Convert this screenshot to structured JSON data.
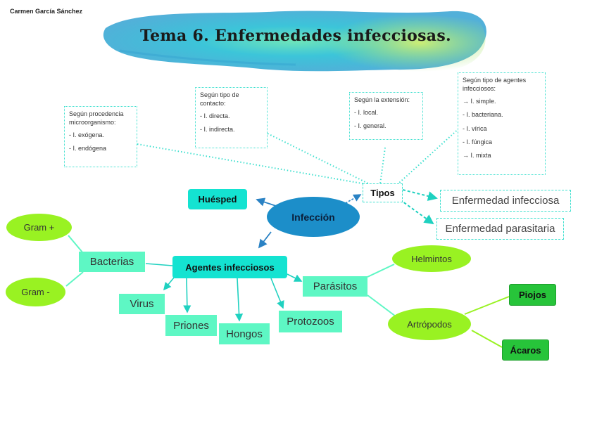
{
  "author": "Carmen García Sánchez",
  "title": "Tema 6. Enfermedades infecciosas.",
  "center": "Infección",
  "huesped": "Huésped",
  "tipos": {
    "label": "Tipos",
    "tipo1": "Enfermedad infecciosa",
    "tipo2": "Enfermedad parasitaria"
  },
  "notes": {
    "procedencia": {
      "title": "Según procedencia microorganismo:",
      "items": [
        "- I. exógena.",
        "- I. endógena"
      ]
    },
    "contacto": {
      "title": "Según tipo de contacto:",
      "items": [
        "- I. directa.",
        "- I. indirecta."
      ]
    },
    "extension": {
      "title": "Según la extensión:",
      "items": [
        "- I. local.",
        "- I. general."
      ]
    },
    "agentes": {
      "title": "Según tipo de agentes infecciosos:",
      "items": [
        "→ I. simple.",
        "- I. bacteriana.",
        "- I. vírica",
        "- I. fúngica",
        "→ I. mixta"
      ]
    }
  },
  "agentes": {
    "label": "Agentes infecciosos",
    "bacterias": "Bacterias",
    "gram_pos": "Gram +",
    "gram_neg": "Gram -",
    "virus": "Virus",
    "priones": "Priones",
    "hongos": "Hongos",
    "protozoos": "Protozoos",
    "parasitos": "Parásitos",
    "helmintos": "Helmintos",
    "artropodos": "Artrópodos",
    "piojos": "Piojos",
    "acaros": "Ácaros"
  },
  "colors": {
    "center": "#1c8ec9",
    "aqua": "#14e3d1",
    "mint": "#5ef7c4",
    "lime": "#99f222",
    "green": "#27c43a",
    "dotted": "#3fe0cf",
    "arrow": "#2a82c4"
  }
}
